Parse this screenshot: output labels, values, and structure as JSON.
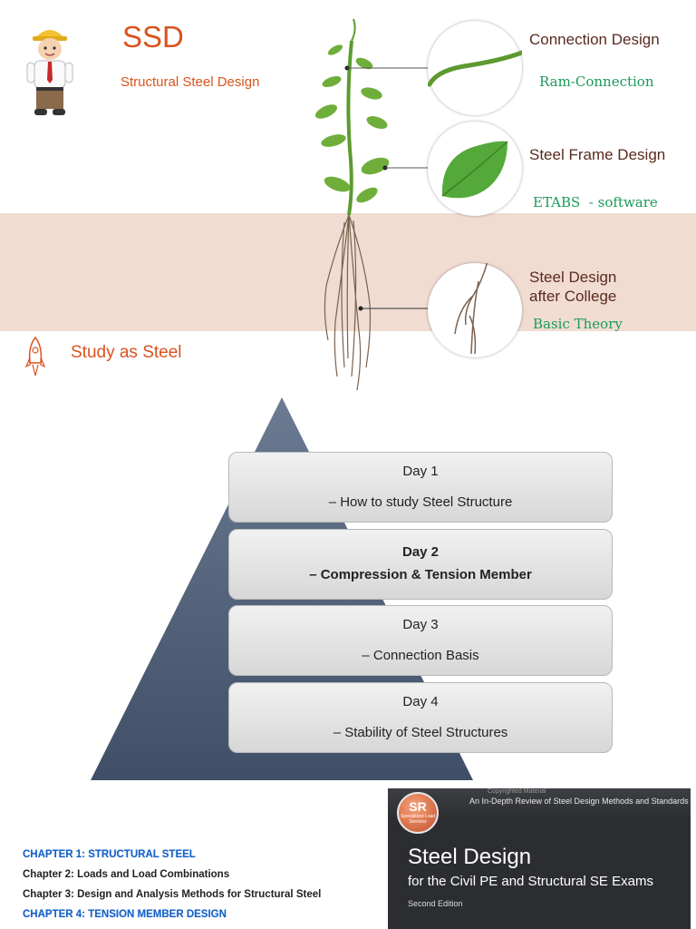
{
  "header": {
    "title": "SSD",
    "subtitle": "Structural Steel Design"
  },
  "tree": {
    "connection": {
      "label": "Connection Design",
      "software": "Ram-Connection"
    },
    "frame": {
      "label": "Steel Frame Design",
      "software": "ETABS  - software"
    },
    "roots": {
      "label_line1": "Steel Design",
      "label_line2": "after College",
      "software": "Basic Theory"
    }
  },
  "study": {
    "label": "Study as Steel"
  },
  "pyramid": {
    "steps": [
      {
        "day": "Day 1",
        "topic": "– How to study Steel Structure",
        "bold": false
      },
      {
        "day": "Day 2",
        "topic": "– Compression & Tension Member",
        "bold": true
      },
      {
        "day": "Day 3",
        "topic": "– Connection Basis",
        "bold": false
      },
      {
        "day": "Day 4",
        "topic": "– Stability of Steel Structures",
        "bold": false
      }
    ]
  },
  "chapters": [
    {
      "text": "CHAPTER 1: STRUCTURAL STEEL",
      "highlight": true
    },
    {
      "text": "Chapter 2: Loads and Load Combinations",
      "highlight": false
    },
    {
      "text": "Chapter 3: Design and Analysis Methods for Structural Steel",
      "highlight": false
    },
    {
      "text": "CHAPTER 4: TENSION MEMBER DESIGN",
      "highlight": true
    }
  ],
  "book": {
    "seal_text": "SR",
    "seal_sub": "Specialized Load Services",
    "caption": "Copyrighted Material",
    "tagline": "An In-Depth Review of Steel Design Methods and Standards",
    "title": "Steel Design",
    "subtitle": "for the Civil PE and Structural SE Exams",
    "edition": "Second Edition"
  },
  "colors": {
    "accent": "#d9531e",
    "band": "#f1dcd2",
    "pyramid": "#46566e",
    "software": "#1a9a5a",
    "chapter_highlight": "#1761c5"
  }
}
